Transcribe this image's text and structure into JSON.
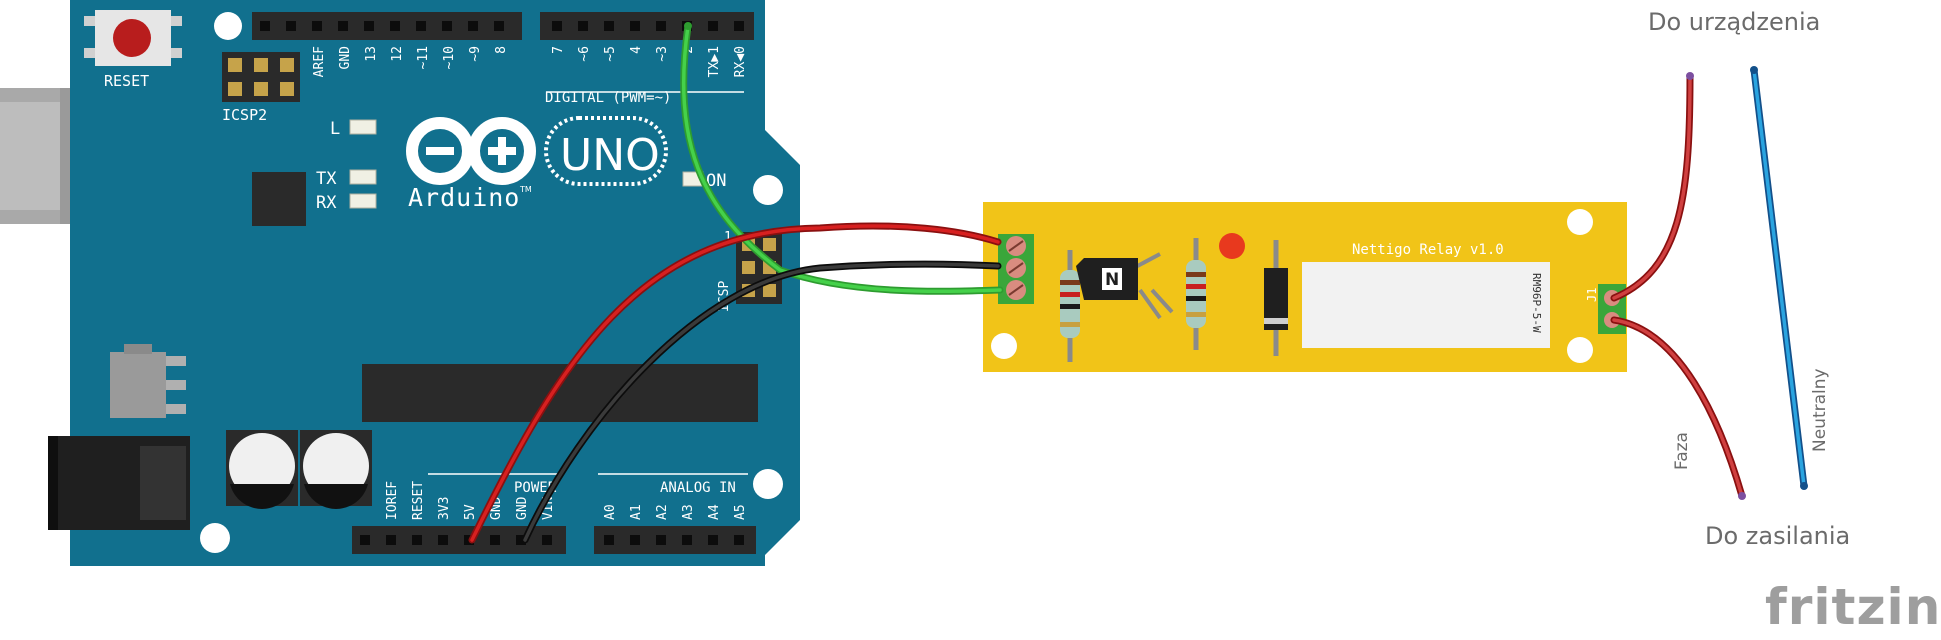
{
  "labels": {
    "to_device": "Do urządzenia",
    "to_power": "Do zasilania",
    "phase": "Faza",
    "neutral": "Neutralny"
  },
  "logo": {
    "text": "fritzing"
  },
  "arduino": {
    "reset_label": "RESET",
    "icsp2_label": "ICSP2",
    "icsp_label": "ICSP",
    "digital_header_label": "DIGITAL (PWM=~)",
    "led_l": "L",
    "led_tx": "TX",
    "led_rx": "RX",
    "on_label": "ON",
    "logo_uno": "UNO",
    "logo_brand": "Arduino",
    "logo_tm": "TM",
    "power_label": "POWER",
    "analog_label": "ANALOG IN",
    "digital_pins_left": [
      "AREF",
      "GND",
      "13",
      "12",
      "~11",
      "~10",
      "~9",
      "8"
    ],
    "digital_pins_right": [
      "7",
      "~6",
      "~5",
      "4",
      "~3",
      "2",
      "TX▶1",
      "RX◀0"
    ],
    "power_pins": [
      "IOREF",
      "RESET",
      "3V3",
      "5V",
      "GND",
      "GND",
      "VIN"
    ],
    "analog_pins": [
      "A0",
      "A1",
      "A2",
      "A3",
      "A4",
      "A5"
    ]
  },
  "relay": {
    "title": "Nettigo Relay v1.0",
    "relay_part": "RM96P-5-W",
    "connector": "J1",
    "transistor_mark": "N"
  },
  "colors": {
    "board": "#11708e",
    "relay_pcb": "#f1c418",
    "wire_red": "#c81a1a",
    "wire_black": "#222222",
    "wire_green": "#35c43a",
    "wire_blue": "#2aa4e0"
  }
}
